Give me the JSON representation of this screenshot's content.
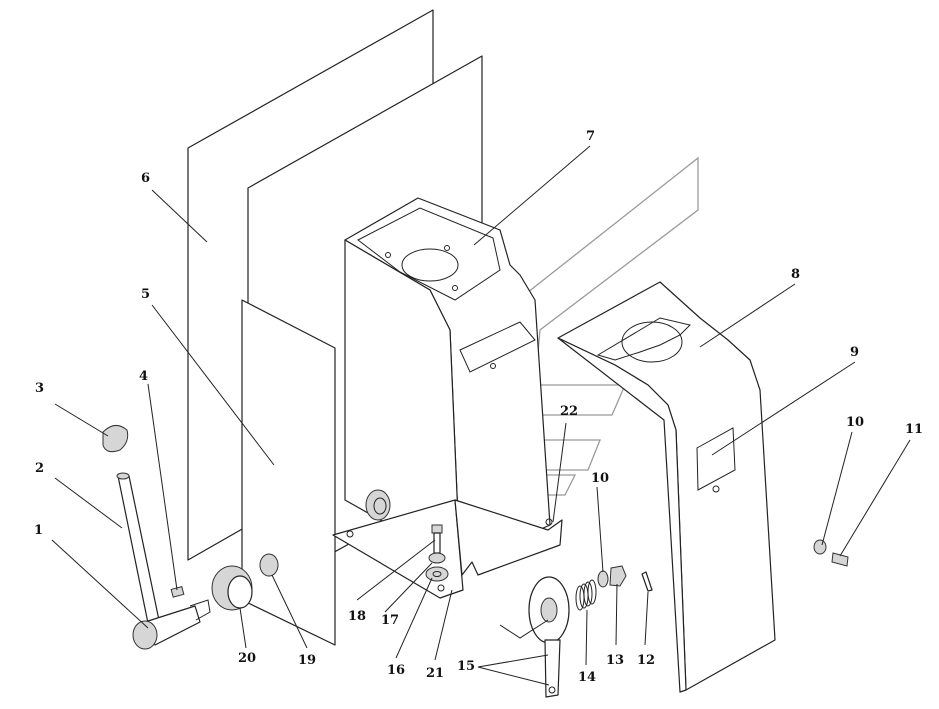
{
  "diagram": {
    "callouts": [
      {
        "id": "c1",
        "text": "1"
      },
      {
        "id": "c2",
        "text": "2"
      },
      {
        "id": "c3",
        "text": "3"
      },
      {
        "id": "c4",
        "text": "4"
      },
      {
        "id": "c5",
        "text": "5"
      },
      {
        "id": "c6",
        "text": "6"
      },
      {
        "id": "c7",
        "text": "7"
      },
      {
        "id": "c8",
        "text": "8"
      },
      {
        "id": "c9",
        "text": "9"
      },
      {
        "id": "c10a",
        "text": "10"
      },
      {
        "id": "c10b",
        "text": "10"
      },
      {
        "id": "c11",
        "text": "11"
      },
      {
        "id": "c12",
        "text": "12"
      },
      {
        "id": "c13",
        "text": "13"
      },
      {
        "id": "c14",
        "text": "14"
      },
      {
        "id": "c15",
        "text": "15"
      },
      {
        "id": "c16",
        "text": "16"
      },
      {
        "id": "c17",
        "text": "17"
      },
      {
        "id": "c18",
        "text": "18"
      },
      {
        "id": "c19",
        "text": "19"
      },
      {
        "id": "c20",
        "text": "20"
      },
      {
        "id": "c21",
        "text": "21"
      },
      {
        "id": "c22",
        "text": "22"
      }
    ],
    "colors": {
      "line": "#222222",
      "watermark": "#9a9a9a",
      "shade": "#d6d6d6"
    }
  }
}
